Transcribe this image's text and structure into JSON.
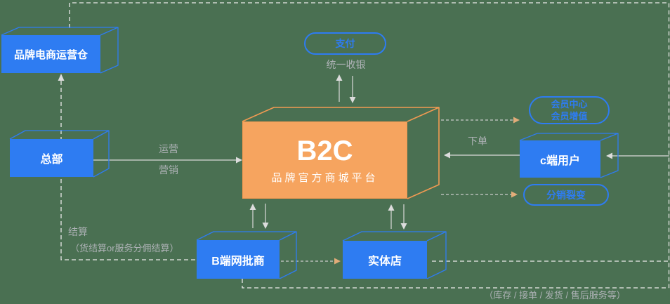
{
  "diagram_title": "B2C brand mall platform architecture",
  "colors": {
    "background": "#4A7052",
    "node_blue": "#2E7CF2",
    "node_orange_fill": "#F6A45F",
    "node_orange_stroke": "#F29A52",
    "gray_label": "#AEB2B6",
    "dash_white": "#E9E9E9",
    "dash_gray": "#CCCCCC",
    "arrow_gray": "#DCDCDC",
    "arrow_tan": "#E2AC79"
  },
  "nodes": {
    "warehouse": {
      "label": "品牌电商运营仓"
    },
    "hq": {
      "label": "总部"
    },
    "b2c": {
      "title": "B2C",
      "subtitle": "品牌官方商城平台"
    },
    "pay": {
      "label": "支付"
    },
    "member": {
      "line1": "会员中心",
      "line2": "会员增值"
    },
    "c_user": {
      "label": "c端用户"
    },
    "fission": {
      "label": "分销裂变"
    },
    "b_wholesale": {
      "label": "B端网批商"
    },
    "store": {
      "label": "实体店"
    }
  },
  "edge_labels": {
    "operate": "运营",
    "marketing": "营销",
    "unified_cashier": "统一收银",
    "place_order": "下单",
    "settle": "结算",
    "settle_detail": "（货结算or服务分佣结算）",
    "fulfillment_note": "（库存 / 接单 / 发货 / 售后服务等）"
  }
}
